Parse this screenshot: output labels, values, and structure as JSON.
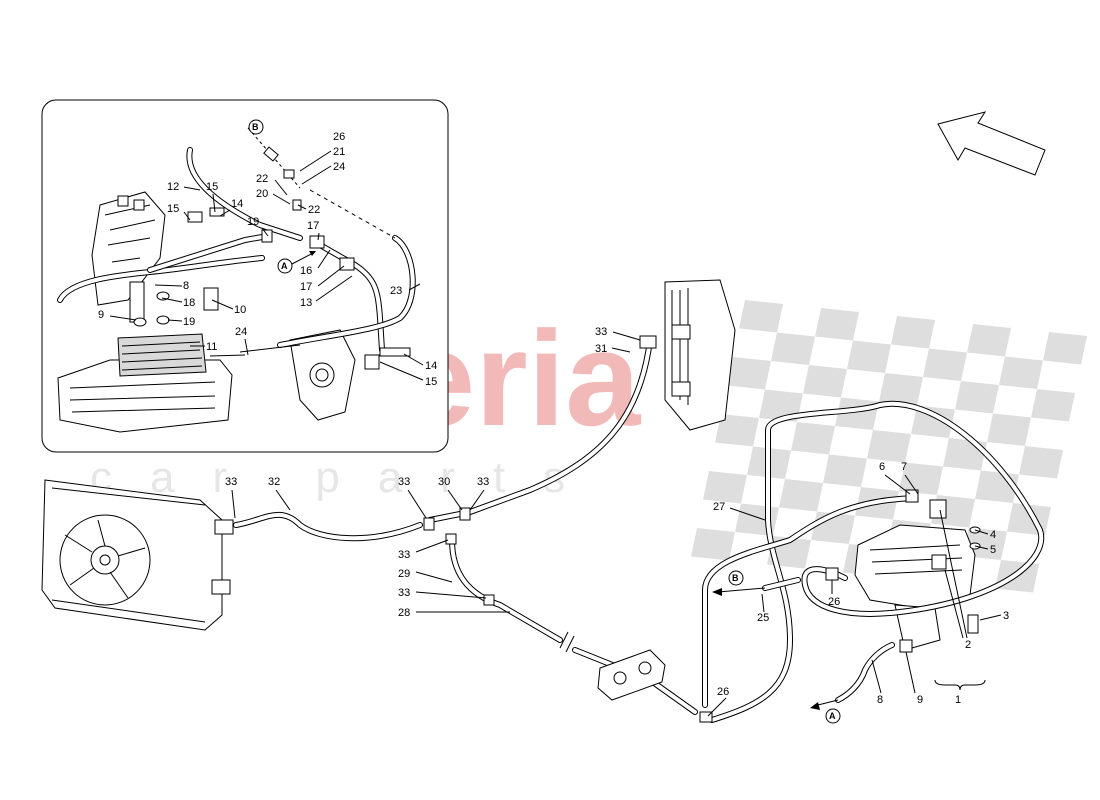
{
  "watermark": {
    "main": "scuderia",
    "sub": "car parts",
    "main_color": "#f2b9b9",
    "sub_color": "#e6e6e6",
    "checker_color": "#dedede"
  },
  "refs": {
    "a": "A",
    "b": "B"
  },
  "inset_labels": [
    {
      "id": "i26",
      "text": "26"
    },
    {
      "id": "i21",
      "text": "21"
    },
    {
      "id": "i24a",
      "text": "24"
    },
    {
      "id": "i22a",
      "text": "22"
    },
    {
      "id": "i20",
      "text": "20"
    },
    {
      "id": "i22b",
      "text": "22"
    },
    {
      "id": "i12",
      "text": "12"
    },
    {
      "id": "i15a",
      "text": "15"
    },
    {
      "id": "i15b",
      "text": "15"
    },
    {
      "id": "i14a",
      "text": "14"
    },
    {
      "id": "i19a",
      "text": "19"
    },
    {
      "id": "i17a",
      "text": "17"
    },
    {
      "id": "i16",
      "text": "16"
    },
    {
      "id": "i17b",
      "text": "17"
    },
    {
      "id": "i13",
      "text": "13"
    },
    {
      "id": "i23",
      "text": "23"
    },
    {
      "id": "i8",
      "text": "8"
    },
    {
      "id": "i18",
      "text": "18"
    },
    {
      "id": "i10",
      "text": "10"
    },
    {
      "id": "i9",
      "text": "9"
    },
    {
      "id": "i19b",
      "text": "19"
    },
    {
      "id": "i11",
      "text": "11"
    },
    {
      "id": "i24b",
      "text": "24"
    },
    {
      "id": "i14b",
      "text": "14"
    },
    {
      "id": "i15c",
      "text": "15"
    }
  ],
  "main_labels": [
    {
      "id": "m33a",
      "text": "33"
    },
    {
      "id": "m31",
      "text": "31"
    },
    {
      "id": "m33b",
      "text": "33"
    },
    {
      "id": "m32",
      "text": "32"
    },
    {
      "id": "m33c",
      "text": "33"
    },
    {
      "id": "m30",
      "text": "30"
    },
    {
      "id": "m33d",
      "text": "33"
    },
    {
      "id": "m33e",
      "text": "33"
    },
    {
      "id": "m29",
      "text": "29"
    },
    {
      "id": "m33f",
      "text": "33"
    },
    {
      "id": "m28",
      "text": "28"
    },
    {
      "id": "m27",
      "text": "27"
    },
    {
      "id": "m6",
      "text": "6"
    },
    {
      "id": "m7",
      "text": "7"
    },
    {
      "id": "m4",
      "text": "4"
    },
    {
      "id": "m5",
      "text": "5"
    },
    {
      "id": "m26a",
      "text": "26"
    },
    {
      "id": "m25",
      "text": "25"
    },
    {
      "id": "m3",
      "text": "3"
    },
    {
      "id": "m2",
      "text": "2"
    },
    {
      "id": "m26b",
      "text": "26"
    },
    {
      "id": "m8",
      "text": "8"
    },
    {
      "id": "m9",
      "text": "9"
    },
    {
      "id": "m1",
      "text": "1"
    }
  ]
}
